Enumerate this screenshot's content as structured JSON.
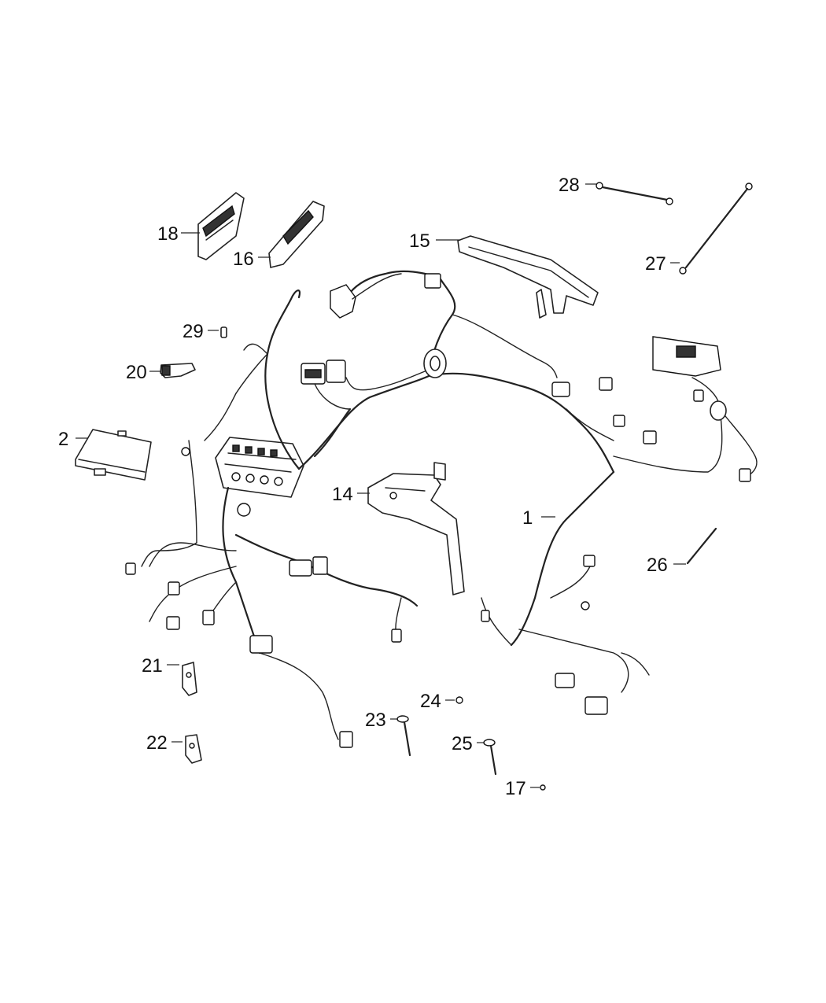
{
  "callouts": {
    "c1": "1",
    "c2": "2",
    "c14": "14",
    "c15": "15",
    "c16": "16",
    "c17": "17",
    "c18": "18",
    "c20": "20",
    "c21": "21",
    "c22": "22",
    "c23": "23",
    "c24": "24",
    "c25": "25",
    "c26": "26",
    "c27": "27",
    "c28": "28",
    "c29": "29"
  }
}
